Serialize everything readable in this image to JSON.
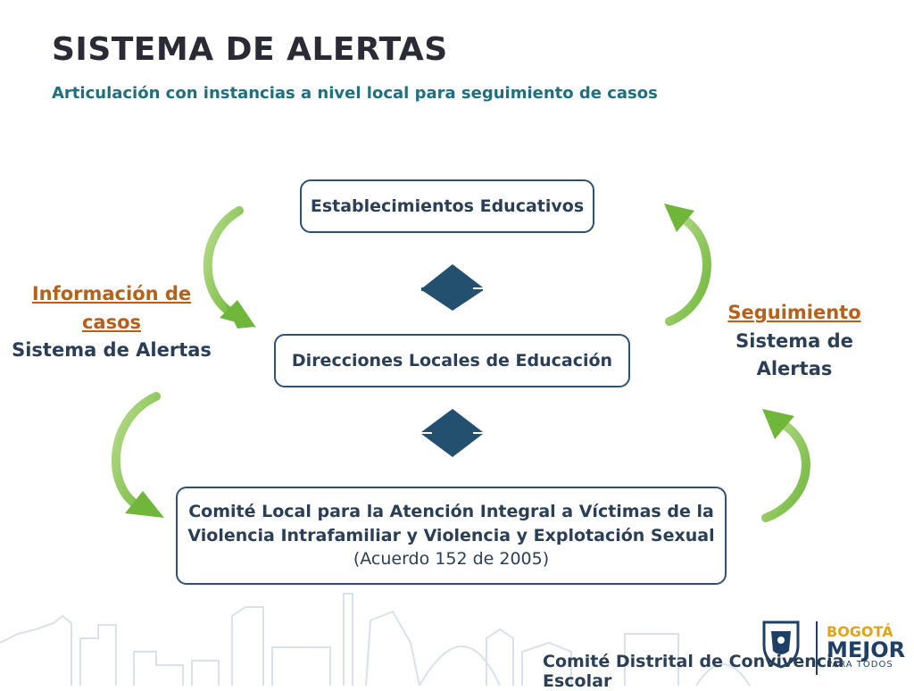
{
  "header": {
    "title": "SISTEMA DE ALERTAS",
    "subtitle": "Articulación con instancias a nivel local para seguimiento de casos"
  },
  "nodes": {
    "establecimientos": "Establecimientos Educativos",
    "direcciones": "Direcciones Locales de Educación",
    "comite_line1": "Comité Local para la Atención Integral a Víctimas de la",
    "comite_line2": "Violencia Intrafamiliar y Violencia y Explotación Sexual",
    "comite_note": "(Acuerdo 152 de 2005)"
  },
  "left_label": {
    "line1": "Información de",
    "line2": "casos",
    "line3": "Sistema de Alertas"
  },
  "right_label": {
    "line1": "Seguimiento",
    "line2": "Sistema de",
    "line3": "Alertas"
  },
  "footer": {
    "text": "Comité Distrital de Convivencia Escolar",
    "logo_text_1": "BOGOTÁ",
    "logo_text_2": "MEJOR",
    "logo_text_3": "PARA TODOS"
  },
  "colors": {
    "green_arrow": "#7dc243",
    "navy_arrow": "#24506f",
    "box_border": "#2f5172",
    "orange_label": "#b8601a"
  }
}
